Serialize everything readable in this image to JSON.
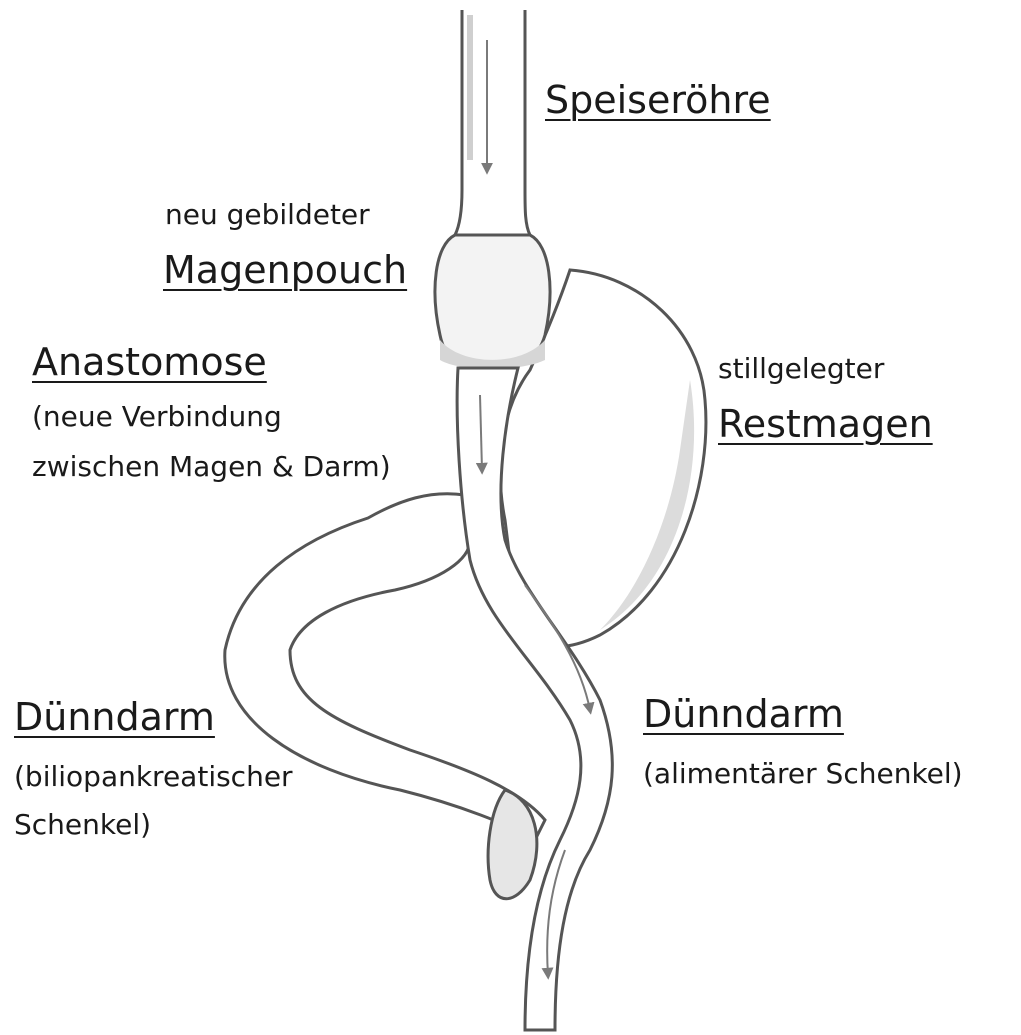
{
  "labels": {
    "speiseroehre": "Speiseröhre",
    "magenpouch_caption": "neu gebildeter",
    "magenpouch": "Magenpouch",
    "anastomose": "Anastomose",
    "anastomose_desc_1": "(neue Verbindung",
    "anastomose_desc_2": "zwischen Magen & Darm)",
    "restmagen_caption": "stillgelegter",
    "restmagen": "Restmagen",
    "duenndarm_left": "Dünndarm",
    "duenndarm_left_desc_1": "(biliopankreatischer",
    "duenndarm_left_desc_2": "Schenkel)",
    "duenndarm_right": "Dünndarm",
    "duenndarm_right_desc": "(alimentärer Schenkel)"
  },
  "colors": {
    "outline": "#555555",
    "shade": "#d9d9d9",
    "fill": "#ffffff",
    "text": "#1a1a1a"
  }
}
